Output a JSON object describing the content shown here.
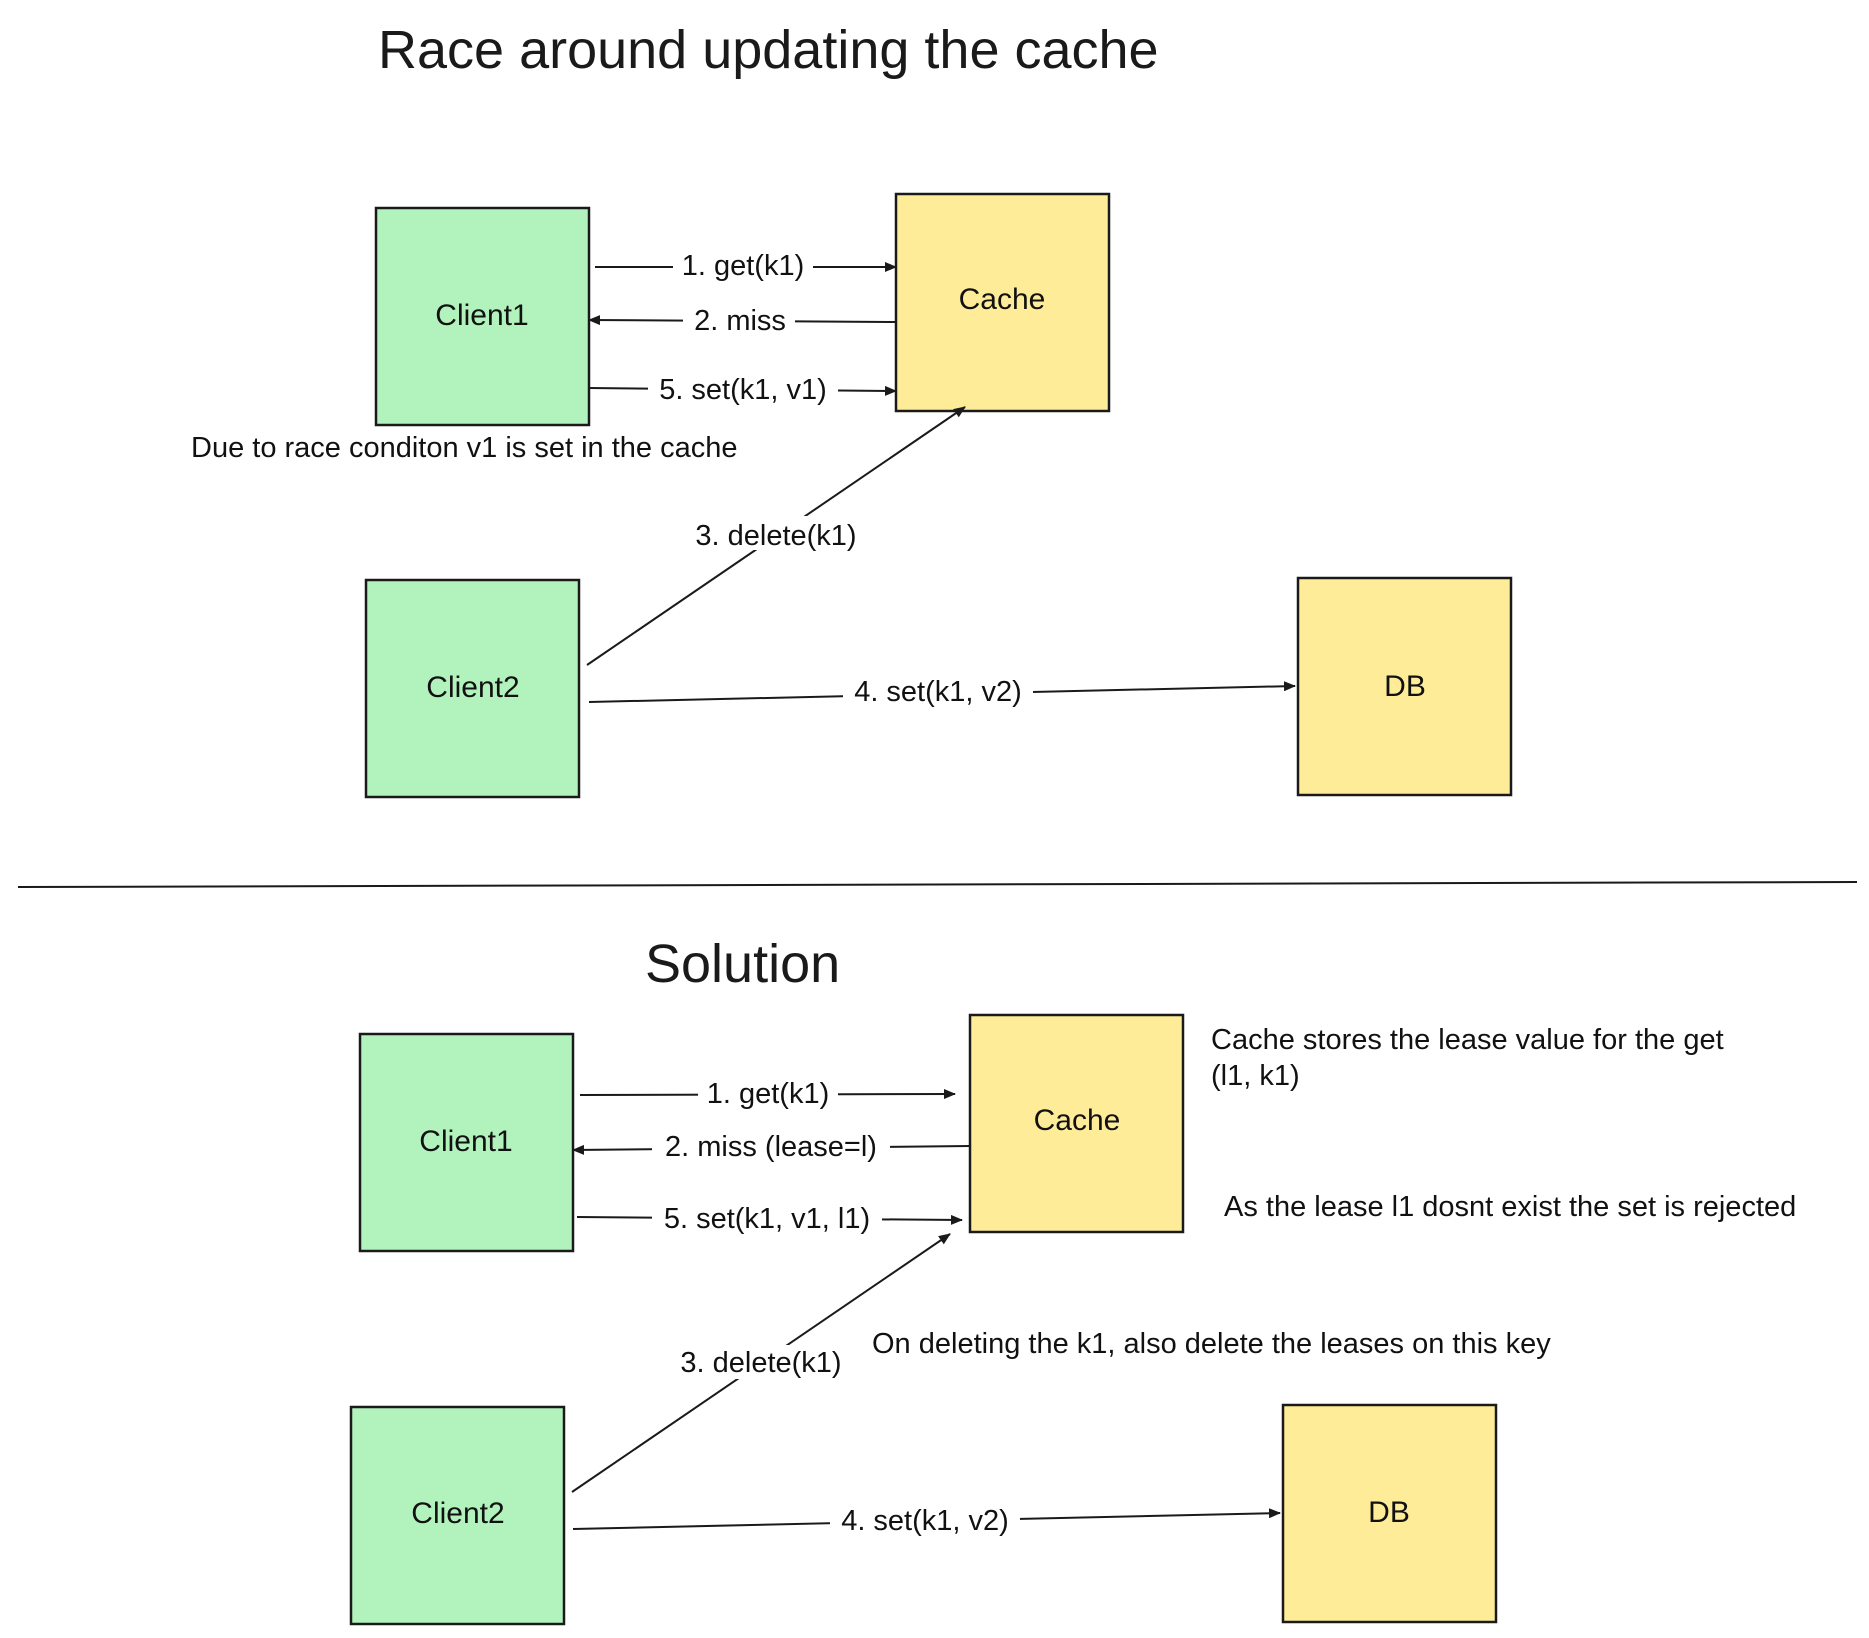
{
  "colors": {
    "client": "#b2f3bd",
    "store": "#feec98",
    "stroke": "#1a1a1a"
  },
  "top": {
    "title": "Race around updating the cache",
    "nodes": {
      "client1": "Client1",
      "cache": "Cache",
      "client2": "Client2",
      "db": "DB"
    },
    "edges": [
      "1. get(k1)",
      "2. miss",
      "5. set(k1, v1)",
      "3. delete(k1)",
      "4. set(k1, v2)"
    ],
    "notes": [
      "Due to race conditon v1 is set in the cache"
    ]
  },
  "bottom": {
    "title": "Solution",
    "nodes": {
      "client1": "Client1",
      "cache": "Cache",
      "client2": "Client2",
      "db": "DB"
    },
    "edges": [
      "1. get(k1)",
      "2. miss (lease=l)",
      "5. set(k1, v1, l1)",
      "3. delete(k1)",
      "4. set(k1, v2)"
    ],
    "notes": [
      "Cache stores the lease value for the get",
      "(l1, k1)",
      "As the lease l1 dosnt exist the set is rejected",
      "On deleting the k1, also delete the leases on this key"
    ]
  }
}
